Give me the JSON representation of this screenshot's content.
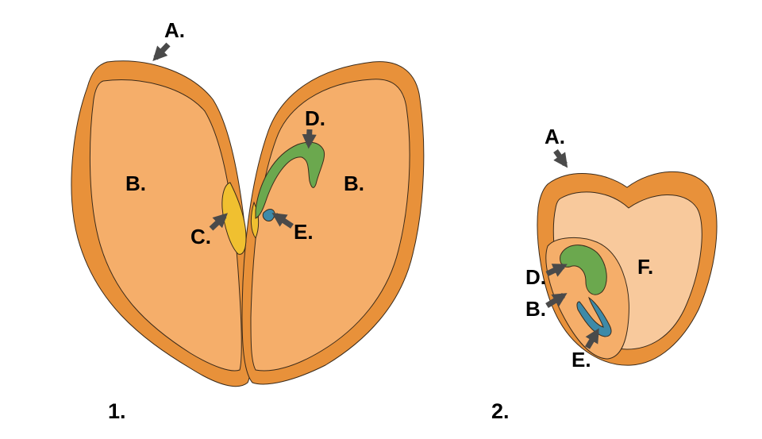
{
  "colors": {
    "seed_coat": "#E8913A",
    "cotyledon": "#F5AE6A",
    "endosperm": "#F8C99C",
    "plumule": "#6BA84E",
    "radicle": "#3E8AA8",
    "hypocotyl": "#F0C030",
    "arrow": "#4A4A4A",
    "outline": "#3A2A1A"
  },
  "figure1": {
    "number": "1.",
    "labels": {
      "a": "A.",
      "b_left": "B.",
      "b_right": "B.",
      "c": "C.",
      "d": "D.",
      "e": "E."
    }
  },
  "figure2": {
    "number": "2.",
    "labels": {
      "a": "A.",
      "b": "B.",
      "d": "D.",
      "e": "E.",
      "f": "F."
    }
  }
}
